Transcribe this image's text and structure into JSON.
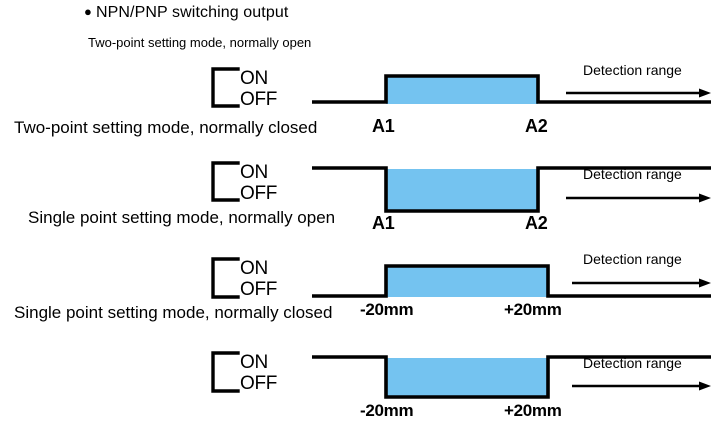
{
  "header": {
    "bullet": "●",
    "title": "NPN/PNP switching output"
  },
  "legend": {
    "on": "ON",
    "off": "OFF"
  },
  "colors": {
    "fill": "#74c3f0",
    "stroke": "#000000",
    "background": "#ffffff"
  },
  "chart_data": {
    "type": "line",
    "title": "NPN/PNP switching output",
    "xlabel": "",
    "ylabel": "",
    "grid": false,
    "legend_position": "inline-left",
    "series": [
      {
        "name": "Two-point setting mode, normally open",
        "output_idle": "OFF",
        "output_in_range": "ON",
        "start_label": "A1",
        "end_label": "A2",
        "range_label": "Detection range"
      },
      {
        "name": "Two-point setting mode, normally closed",
        "output_idle": "ON",
        "output_in_range": "OFF",
        "start_label": "A1",
        "end_label": "A2",
        "range_label": "Detection range"
      },
      {
        "name": "Single point setting mode, normally open",
        "output_idle": "OFF",
        "output_in_range": "ON",
        "start_label": "-20mm",
        "end_label": "+20mm",
        "range_label": "Detection range"
      },
      {
        "name": "Single point setting mode, normally closed",
        "output_idle": "ON",
        "output_in_range": "OFF",
        "start_label": "-20mm",
        "end_label": "+20mm",
        "range_label": "Detection range"
      }
    ]
  },
  "rows": [
    {
      "caption": "Two-point setting mode, normally open",
      "start_label": "A1",
      "end_label": "A2",
      "range_label": "Detection range",
      "on": "ON",
      "off": "OFF"
    },
    {
      "caption": "Two-point setting mode, normally closed",
      "start_label": "A1",
      "end_label": "A2",
      "range_label": "Detection range",
      "on": "ON",
      "off": "OFF"
    },
    {
      "caption": "Single point setting mode, normally open",
      "start_label": "-20mm",
      "end_label": "+20mm",
      "range_label": "Detection range",
      "on": "ON",
      "off": "OFF"
    },
    {
      "caption": "Single point setting mode, normally closed",
      "start_label": "-20mm",
      "end_label": "+20mm",
      "range_label": "Detection range",
      "on": "ON",
      "off": "OFF"
    }
  ]
}
